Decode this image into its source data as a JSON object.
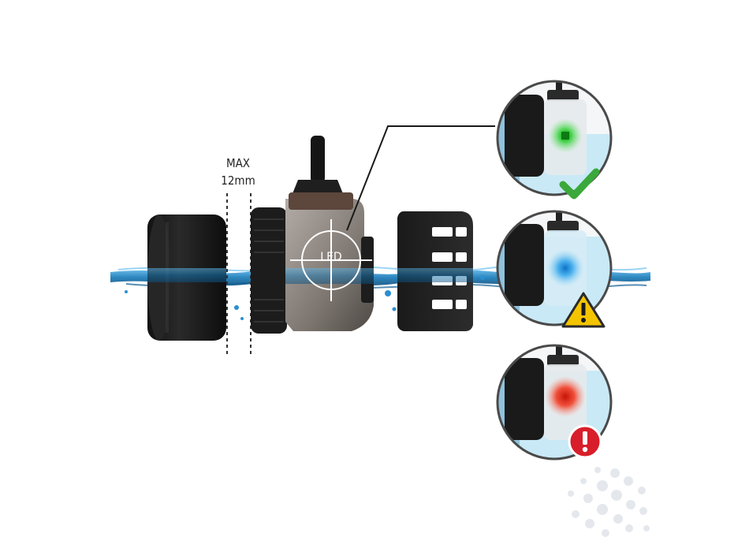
{
  "spacing_label": {
    "line1": "MAX",
    "line2": "12mm"
  },
  "led_label": "LED",
  "status_indicators": [
    {
      "state": "ok",
      "led_color": "#2fbf3a",
      "badge_icon": "checkmark-icon",
      "badge_color": "#3aa83a"
    },
    {
      "state": "warning",
      "led_color": "#2aa3e6",
      "badge_icon": "warning-triangle-icon",
      "badge_color": "#f5c400"
    },
    {
      "state": "error",
      "led_color": "#e63a2a",
      "badge_icon": "exclamation-circle-icon",
      "badge_color": "#d81e2a"
    }
  ],
  "colors": {
    "water": "#1e88c8",
    "pump_body": "#1b1b1b",
    "housing": "#8f8a86"
  }
}
